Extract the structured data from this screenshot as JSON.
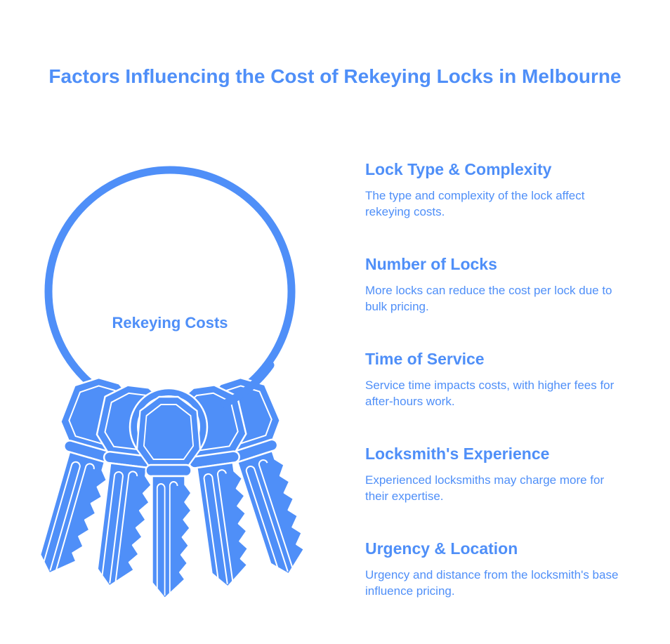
{
  "title": "Factors Influencing the Cost of Rekeying Locks in Melbourne",
  "center_label": "Rekeying Costs",
  "colors": {
    "accent": "#4F8FF8",
    "background": "#FFFFFF"
  },
  "factors": [
    {
      "heading": "Lock Type & Complexity",
      "text": "The type and complexity of the lock affect rekeying costs."
    },
    {
      "heading": "Number of Locks",
      "text": "More locks can reduce the cost per lock due to bulk pricing."
    },
    {
      "heading": "Time of Service",
      "text": "Service time impacts costs, with higher fees for after-hours work."
    },
    {
      "heading": "Locksmith's Experience",
      "text": "Experienced locksmiths may charge more for their expertise."
    },
    {
      "heading": "Urgency & Location",
      "text": "Urgency and distance from the locksmith's base influence pricing."
    }
  ]
}
